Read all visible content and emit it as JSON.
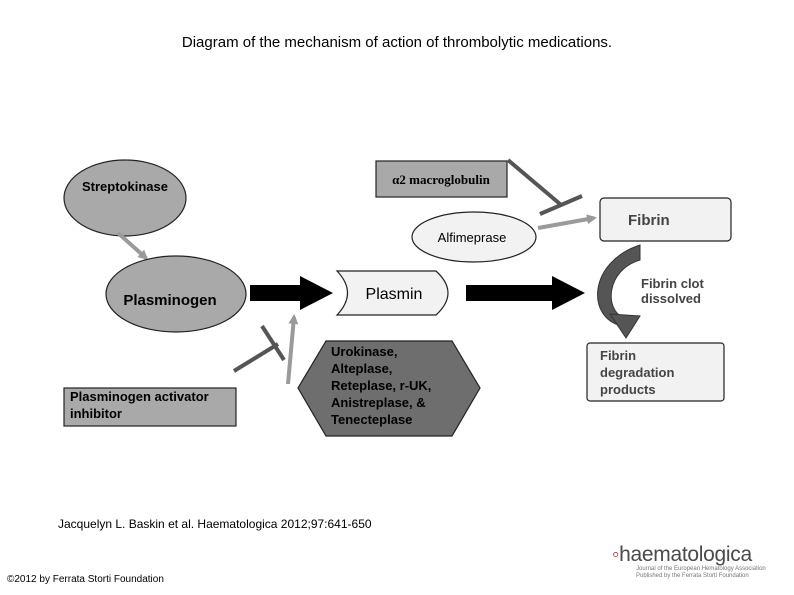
{
  "title": "Diagram of the mechanism of action of thrombolytic medications.",
  "nodes": {
    "streptokinase": "Streptokinase",
    "plasminogen": "Plasminogen",
    "plasmin": "Plasmin",
    "alpha2_macroglobulin": "α2 macroglobulin",
    "alfimeprase": "Alfimeprase",
    "fibrin": "Fibrin",
    "fibrin_clot_dissolved": [
      "Fibrin clot",
      "dissolved"
    ],
    "fibrin_degradation_products": [
      "Fibrin",
      "degradation",
      "products"
    ],
    "plasminogen_activator_inhibitor": [
      "Plasminogen activator",
      "inhibitor"
    ],
    "activators": [
      "Urokinase,",
      "Alteplase,",
      "Reteplase, r-UK,",
      "Anistreplase, &",
      "Tenecteplase"
    ]
  },
  "citation": "Jacquelyn L. Baskin et al. Haematologica 2012;97:641-650",
  "copyright": "©2012 by Ferrata Storti Foundation",
  "logo": {
    "mark": "◦",
    "word": "haematologica",
    "tagline": [
      "Journal of the European Hematology Association",
      "Published by the Ferrata Storti Foundation"
    ]
  },
  "colors": {
    "node_fill": "#a9a9a9",
    "node_light_fill": "#f2f2f2",
    "activator_fill": "#6e6e6e",
    "arrow_gray": "#9a9a9a",
    "inhibitor_line": "#555555",
    "arrow_black": "#000000"
  }
}
